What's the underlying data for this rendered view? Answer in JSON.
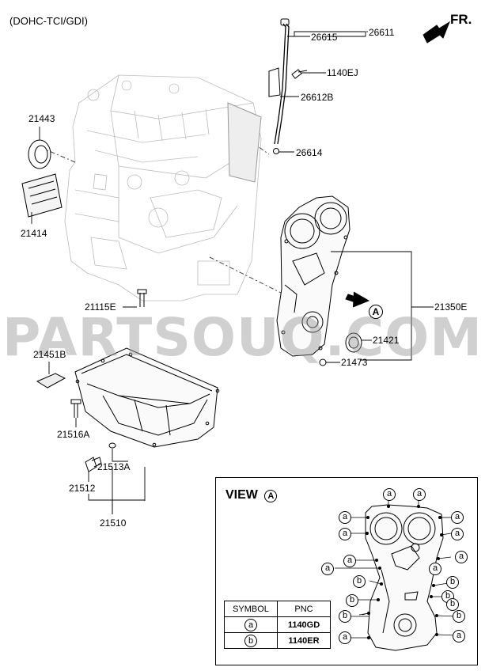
{
  "header": {
    "engine": "(DOHC-TCI/GDI)",
    "front": "FR."
  },
  "watermark": "PARTSOUQ.COM",
  "parts": {
    "p26611": "26611",
    "p26615": "26615",
    "p1140EJ": "1140EJ",
    "p26612B": "26612B",
    "p26614": "26614",
    "p21443": "21443",
    "p21414": "21414",
    "p21115E": "21115E",
    "p21350E": "21350E",
    "p21421": "21421",
    "p21473": "21473",
    "p21451B": "21451B",
    "p21516A": "21516A",
    "p21513A": "21513A",
    "p21512": "21512",
    "p21510": "21510"
  },
  "view_marker": "A",
  "view": {
    "title": "VIEW",
    "marker": "A",
    "table": {
      "headers": [
        "SYMBOL",
        "PNC"
      ],
      "rows": [
        {
          "symbol": "a",
          "pnc": "1140GD"
        },
        {
          "symbol": "b",
          "pnc": "1140ER"
        }
      ]
    }
  }
}
